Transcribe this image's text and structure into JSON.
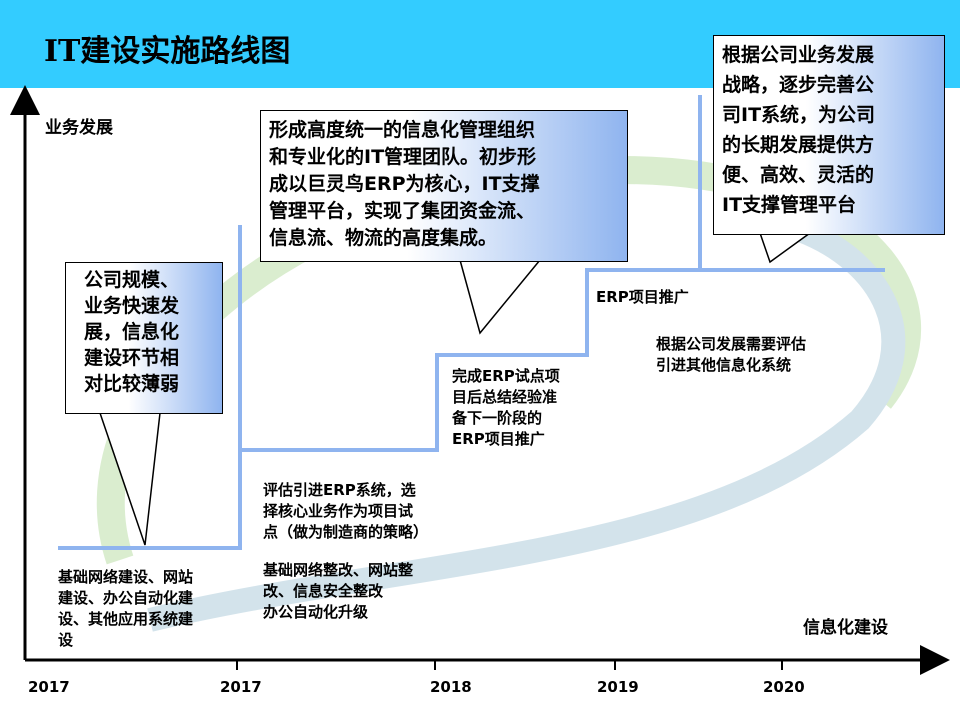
{
  "title": "IT建设实施路线图",
  "y_axis_label": "业务发展",
  "x_axis_label": "信息化建设",
  "years": [
    "2017",
    "2017",
    "2018",
    "2019",
    "2020"
  ],
  "callouts": [
    "公司规模、\n业务快速发\n展，信息化\n建设环节相\n对比较薄弱",
    "形成高度统一的信息化管理组织\n和专业化的IT管理团队。初步形\n成以巨灵鸟ERP为核心，IT支撑\n管理平台，实现了集团资金流、\n信息流、物流的高度集成。",
    "根据公司业务发展\n战略，逐步完善公\n司IT系统，为公司\n的长期发展提供方\n便、高效、灵活的\nIT支撑管理平台"
  ],
  "stage_texts": {
    "s1": "基础网络建设、网站\n建设、办公自动化建\n设、其他应用系统建\n设",
    "s2a": "评估引进ERP系统，选\n择核心业务作为项目试\n点（做为制造商的策略）",
    "s2b": "基础网络整改、网站整\n改、信息安全整改\n办公自动化升级",
    "s3": "完成ERP试点项\n目后总结经验准\n备下一阶段的\nERP项目推广",
    "s4a": "ERP项目推广",
    "s4b": "根据公司发展需要评估\n引进其他信息化系统"
  }
}
